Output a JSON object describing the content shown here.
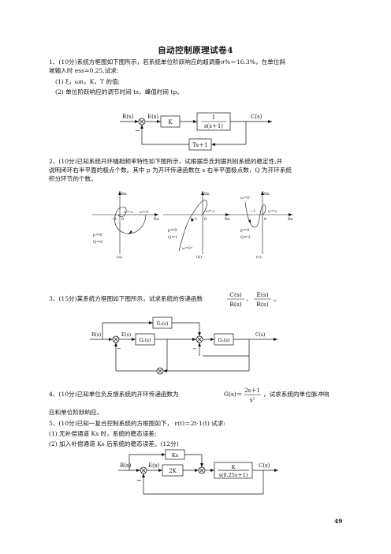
{
  "title": "自动控制原理试卷4",
  "q1": {
    "line1": "1、(10分)系统方框图如下图所示，若系统单位阶跃响应的超调量σ%＝16.3%，在单位斜",
    "line2": "坡输入时 ess=0.25,试求:",
    "item1": "(1) ξ，ωn，K，T 的值;",
    "item2": "(2) 单位阶跃响应的调节时间 ts，峰值时间 tp。",
    "diagram": {
      "R": "R(s)",
      "E": "E(s)",
      "C": "C(s)",
      "K": "K",
      "G_num": "1",
      "G_den": "s(s＋1)",
      "H": "Ts＋1",
      "minus": "−"
    }
  },
  "q2": {
    "line1": "2、(10分)已知系统开环幅相频率特性如下图所示，试根据奈氏判据判别系统的稳定性,并",
    "line2": "说明闭环右半平面的极点个数。其中 p 为开环传递函数在 s 右半平面极点数，Q 为开环系统",
    "line3": "积分环节的个数。",
    "plots": [
      {
        "label": "(a)",
        "im": "Im",
        "re": "Re",
        "p": "p＝0",
        "q": "Q＝0",
        "minus1": "−1",
        "zero": "0",
        "w_inf": "ω＝∞",
        "w_zero": "ω＝0"
      },
      {
        "label": "(b)",
        "im": "Im",
        "re": "Re",
        "p": "p＝0",
        "q": "Q＝1",
        "minus1": "−1",
        "zero": "0",
        "w_inf": "ω＝∞",
        "w_zero": "ω＝0⁺"
      },
      {
        "label": "(c)",
        "im": "Im",
        "re": "Re",
        "p": "p＝0",
        "q": "Q＝3",
        "minus1": "−1",
        "zero": "0",
        "w_inf": "ω＝∞",
        "w_zero": "ω＝0⁺"
      }
    ]
  },
  "q3": {
    "text": "3、(15分)某系统方框图如下图所示，试求系统的传递函数",
    "f1_num": "C(s)",
    "f1_den": "R(s)",
    "f2_num": "E(s)",
    "f2_den": "R(s)",
    "sep": "、",
    "end": "。",
    "diagram": {
      "R": "R(s)",
      "E": "E(s)",
      "C": "C(s)",
      "G1": "G₁(s)",
      "G2": "G₂(s)",
      "G3": "G₃(s)",
      "minus": "−"
    }
  },
  "q4": {
    "line1_a": "4、(10分)已知单位负反馈系统的开环传递函数为",
    "formula_lhs": "G(s)＝",
    "formula_num": "2s＋1",
    "formula_den": "s²",
    "line1_b": "，试求系统的单位脉冲响",
    "line2": "应和单位阶跃响应。"
  },
  "q5": {
    "line1": "5、(10分)已知一复合控制系统的方框图如下，  r(t)＝2t·1(t) 试求:",
    "item1": "(1) 无补偿通道 Ks 时，系统的稳态误差;",
    "item2": "(2) 加入补偿通道 Ks 后系统的稳态误差。(12分)",
    "diagram": {
      "R": "R(s)",
      "E": "E(s)",
      "C": "C(s)",
      "Ks": "Ks",
      "twoK": "2K",
      "K": "K",
      "G_den": "s(0.25s＋1)",
      "minus": "−"
    }
  },
  "page_number": "49"
}
